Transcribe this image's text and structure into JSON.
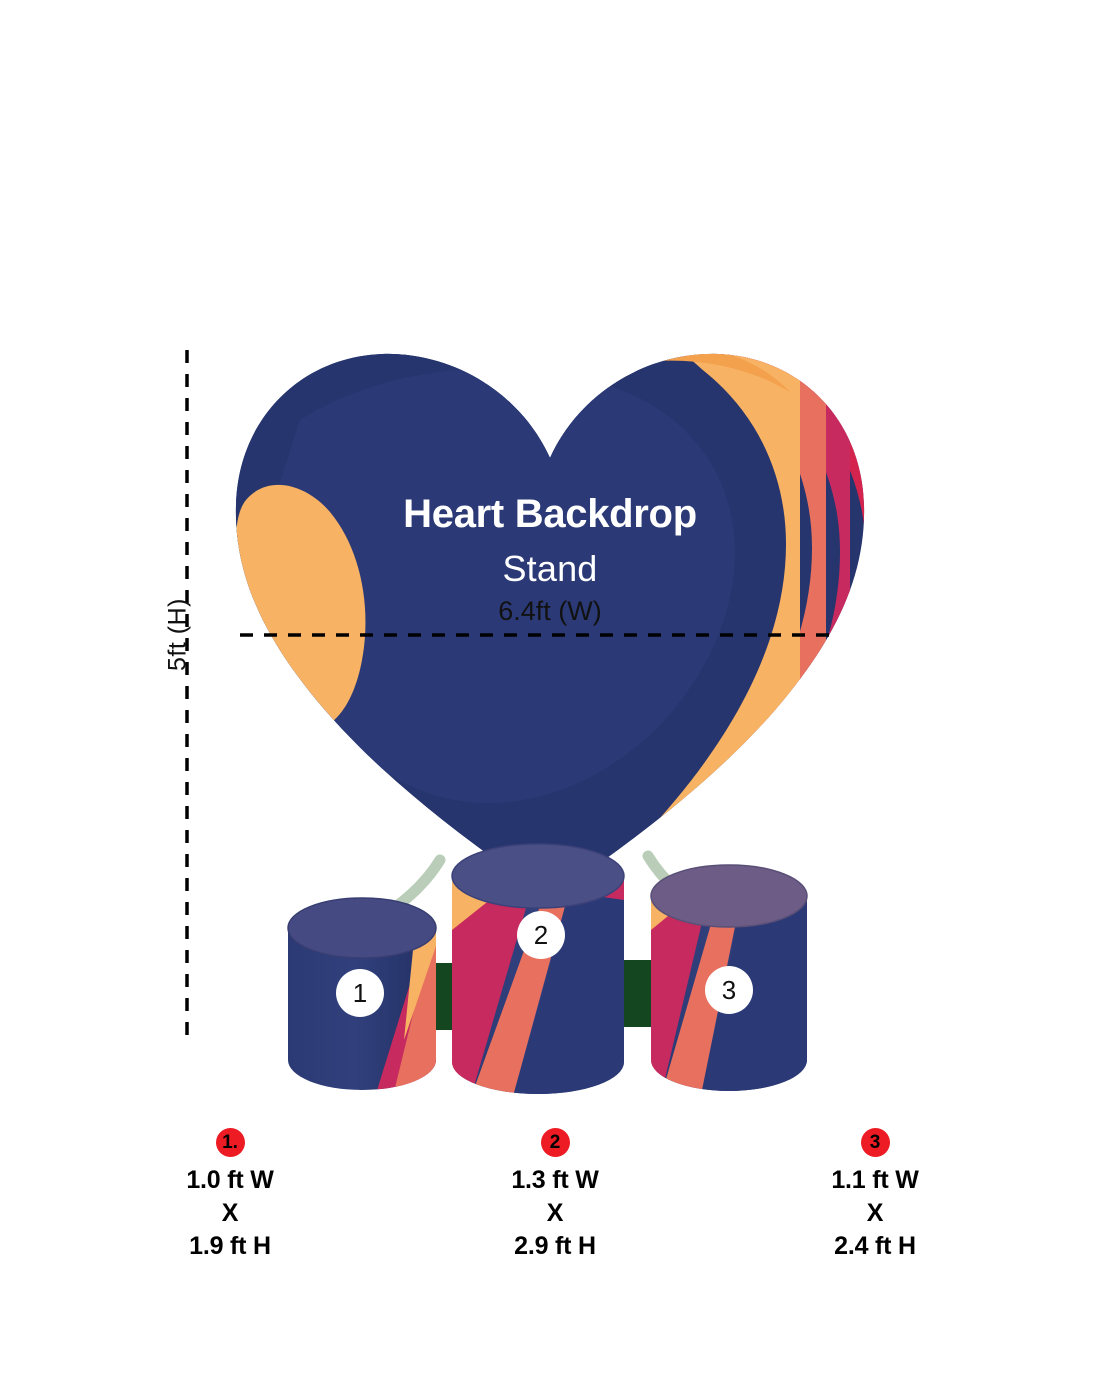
{
  "product": {
    "title_line1": "Heart Backdrop",
    "title_line2": "Stand"
  },
  "dimensions": {
    "height_label": "5ft (H)",
    "width_label": "6.4ft (W)"
  },
  "pedestal_badges": [
    {
      "name": "pedestal-badge-1",
      "label": "1"
    },
    {
      "name": "pedestal-badge-2",
      "label": "2"
    },
    {
      "name": "pedestal-badge-3",
      "label": "3"
    }
  ],
  "legend": [
    {
      "marker": "1.",
      "width": "1.0 ft W",
      "separator": "X",
      "height": "1.9 ft H"
    },
    {
      "marker": "2",
      "width": "1.3 ft W",
      "separator": "X",
      "height": "2.9 ft H"
    },
    {
      "marker": "3",
      "width": "1.1 ft W",
      "separator": "X",
      "height": "2.4 ft H"
    }
  ],
  "colors": {
    "navy": "#26356E",
    "navy_light": "#35447C",
    "navy_top": "#4A4F86",
    "orange": "#F8B263",
    "orange_deep": "#F3A14C",
    "coral": "#EE8466",
    "salmon": "#E8705F",
    "crimson": "#D4234C",
    "magenta": "#C62A5E",
    "mauve": "#B05A8C",
    "green_dark": "#14461F",
    "leg_sage": "#B9CDB8",
    "badge_red": "#ED1C24",
    "white": "#FFFFFF",
    "dash_black": "#000000"
  }
}
